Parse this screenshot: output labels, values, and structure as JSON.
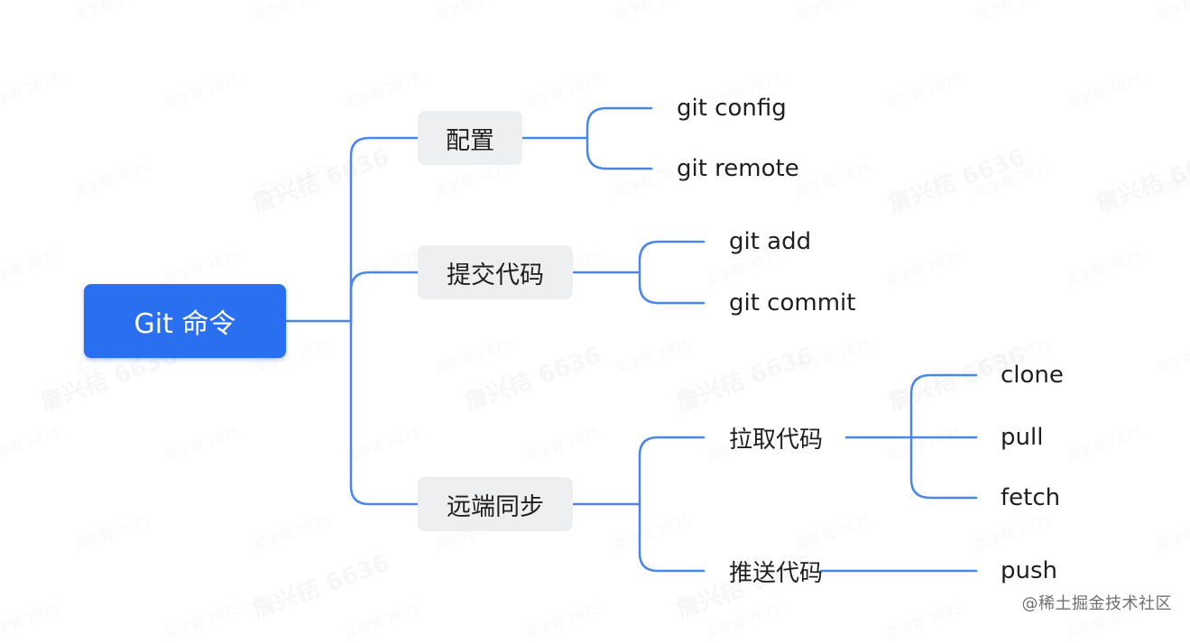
{
  "diagram": {
    "root": "Git 命令",
    "branches": {
      "config": {
        "label": "配置",
        "children": [
          "git config",
          "git remote"
        ]
      },
      "commit": {
        "label": "提交代码",
        "children": [
          "git add",
          "git commit"
        ]
      },
      "sync": {
        "label": "远端同步",
        "pull_group": {
          "label": "拉取代码",
          "children": [
            "clone",
            "pull",
            "fetch"
          ]
        },
        "push_group": {
          "label": "推送代码",
          "children": [
            "push"
          ]
        }
      }
    }
  },
  "watermark": {
    "small": "菜学哲 2875",
    "large": "詹兴桔 6636"
  },
  "credit": "@稀土掘金技术社区",
  "colors": {
    "accent": "#2a6ff0",
    "line": "#4a86e8",
    "node_bg": "#eeeff1"
  }
}
